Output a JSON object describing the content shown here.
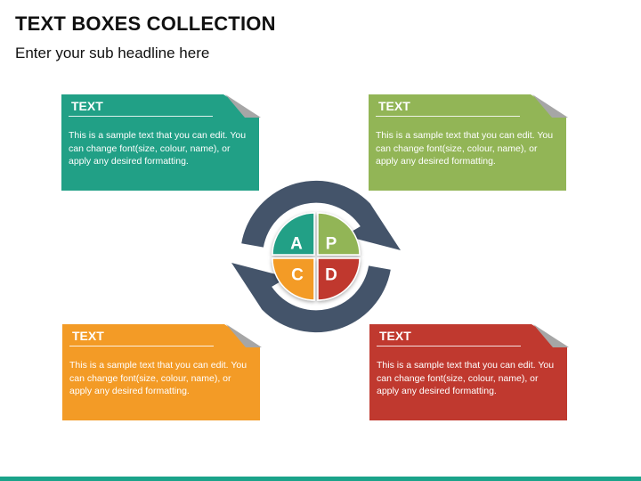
{
  "slide": {
    "title": "TEXT BOXES COLLECTION",
    "subtitle": "Enter your sub headline here"
  },
  "cards": [
    {
      "heading": "TEXT",
      "body": "This is a sample text that you can edit. You can change font(size, colour, name), or apply any desired formatting.",
      "color": "#21a086"
    },
    {
      "heading": "TEXT",
      "body": "This is a sample text that you can edit. You can change font(size, colour, name), or apply any desired formatting.",
      "color": "#92b556"
    },
    {
      "heading": "TEXT",
      "body": "This is a sample text that you can edit. You can change font(size, colour, name), or apply any desired formatting.",
      "color": "#f39b26"
    },
    {
      "heading": "TEXT",
      "body": "This is a sample text that you can edit. You can change font(size, colour, name), or apply any desired formatting.",
      "color": "#c0392f"
    }
  ],
  "cycle": {
    "arrow_color": "#44546a",
    "segments": [
      {
        "letter": "A",
        "color": "#21a086"
      },
      {
        "letter": "P",
        "color": "#92b556"
      },
      {
        "letter": "C",
        "color": "#f39b26"
      },
      {
        "letter": "D",
        "color": "#c0392f"
      }
    ]
  },
  "theme": {
    "fold_color": "#a6a6a6",
    "footer_color": "#1aa38a"
  }
}
